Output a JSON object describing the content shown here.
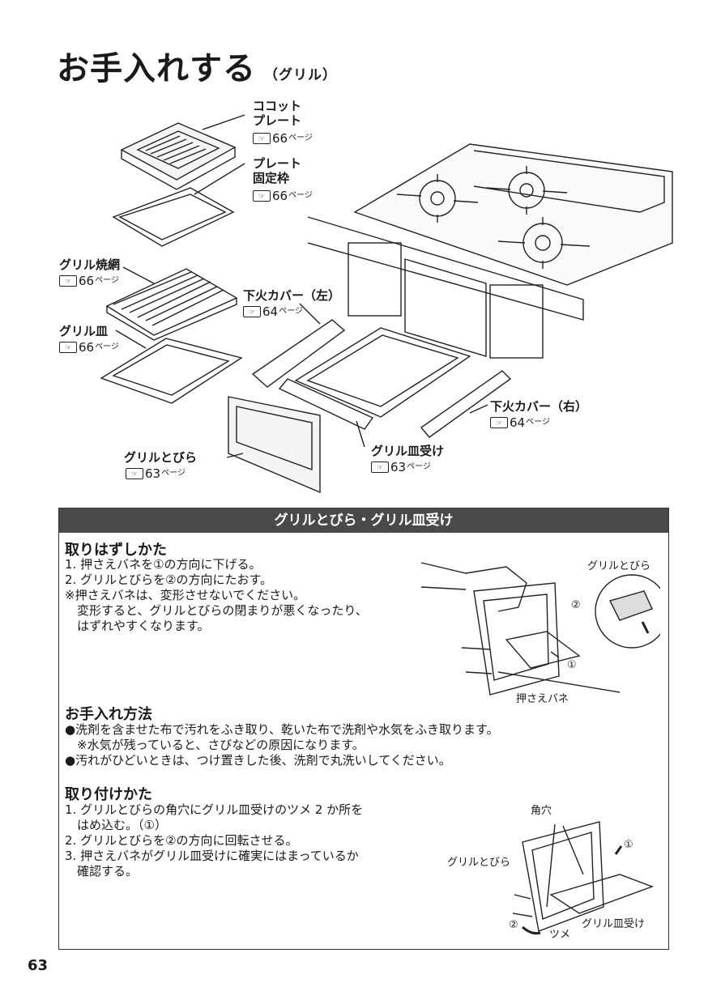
{
  "page": {
    "title": "お手入れする",
    "subtitle": "（グリル）",
    "number": "63"
  },
  "parts": {
    "cocotte": {
      "label1": "ココット",
      "label2": "プレート",
      "hand": "☞",
      "page": "66",
      "page_suffix": "ページ"
    },
    "frame": {
      "label1": "プレート",
      "label2": "固定枠",
      "hand": "☞",
      "page": "66",
      "page_suffix": "ページ"
    },
    "grill_net": {
      "label": "グリル焼網",
      "hand": "☞",
      "page": "66",
      "page_suffix": "ページ"
    },
    "grill_tray": {
      "label": "グリル皿",
      "hand": "☞",
      "page": "66",
      "page_suffix": "ページ"
    },
    "lower_cover_left": {
      "label": "下火カバー（左）",
      "hand": "☞",
      "page": "64",
      "page_suffix": "ページ"
    },
    "lower_cover_right": {
      "label": "下火カバー（右）",
      "hand": "☞",
      "page": "64",
      "page_suffix": "ページ"
    },
    "grill_door": {
      "label": "グリルとびら",
      "hand": "☞",
      "page": "63",
      "page_suffix": "ページ"
    },
    "tray_holder": {
      "label": "グリル皿受け",
      "hand": "☞",
      "page": "63",
      "page_suffix": "ページ"
    }
  },
  "section": {
    "header": "グリルとびら・グリル皿受け",
    "remove": {
      "heading": "取りはずしかた",
      "lines": [
        "1. 押さえバネを①の方向に下げる。",
        "2. グリルとびらを②の方向にたおす。",
        "※押さえバネは、変形させないでください。",
        "　変形すると、グリルとびらの閉まりが悪くなったり、",
        "　はずれやすくなります。"
      ],
      "fig_labels": {
        "door": "グリルとびら",
        "spring": "押さえバネ",
        "n1": "①",
        "n2": "②"
      }
    },
    "care": {
      "heading": "お手入れ方法",
      "lines": [
        "●洗剤を含ませた布で汚れをふき取り、乾いた布で洗剤や水気をふき取ります。",
        "　※水気が残っていると、さびなどの原因になります。",
        "●汚れがひどいときは、つけ置きした後、洗剤で丸洗いしてください。"
      ]
    },
    "attach": {
      "heading": "取り付けかた",
      "lines": [
        "1. グリルとびらの角穴にグリル皿受けのツメ 2 か所を",
        "　はめ込む。（①）",
        "2. グリルとびらを②の方向に回転させる。",
        "3. 押さえバネがグリル皿受けに確実にはまっているか",
        "　確認する。"
      ],
      "fig_labels": {
        "hole": "角穴",
        "door": "グリルとびら",
        "claw": "ツメ",
        "holder": "グリル皿受け",
        "n1": "①",
        "n2": "②"
      }
    }
  }
}
